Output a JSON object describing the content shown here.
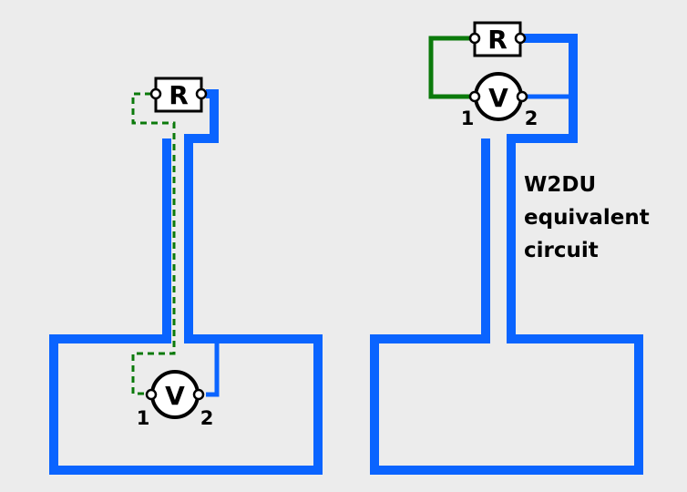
{
  "colors": {
    "background": "#ececec",
    "conductor": "#0a64ff",
    "r_wire": "#0b7a0b",
    "component_stroke": "#000000",
    "component_fill": "#ffffff"
  },
  "left_diagram": {
    "resistor_label": "R",
    "voltmeter_label": "V",
    "pin_1_label": "1",
    "pin_2_label": "2"
  },
  "right_diagram": {
    "resistor_label": "R",
    "voltmeter_label": "V",
    "pin_1_label": "1",
    "pin_2_label": "2",
    "caption_lines": [
      "W2DU",
      "equivalent",
      "circuit"
    ]
  }
}
